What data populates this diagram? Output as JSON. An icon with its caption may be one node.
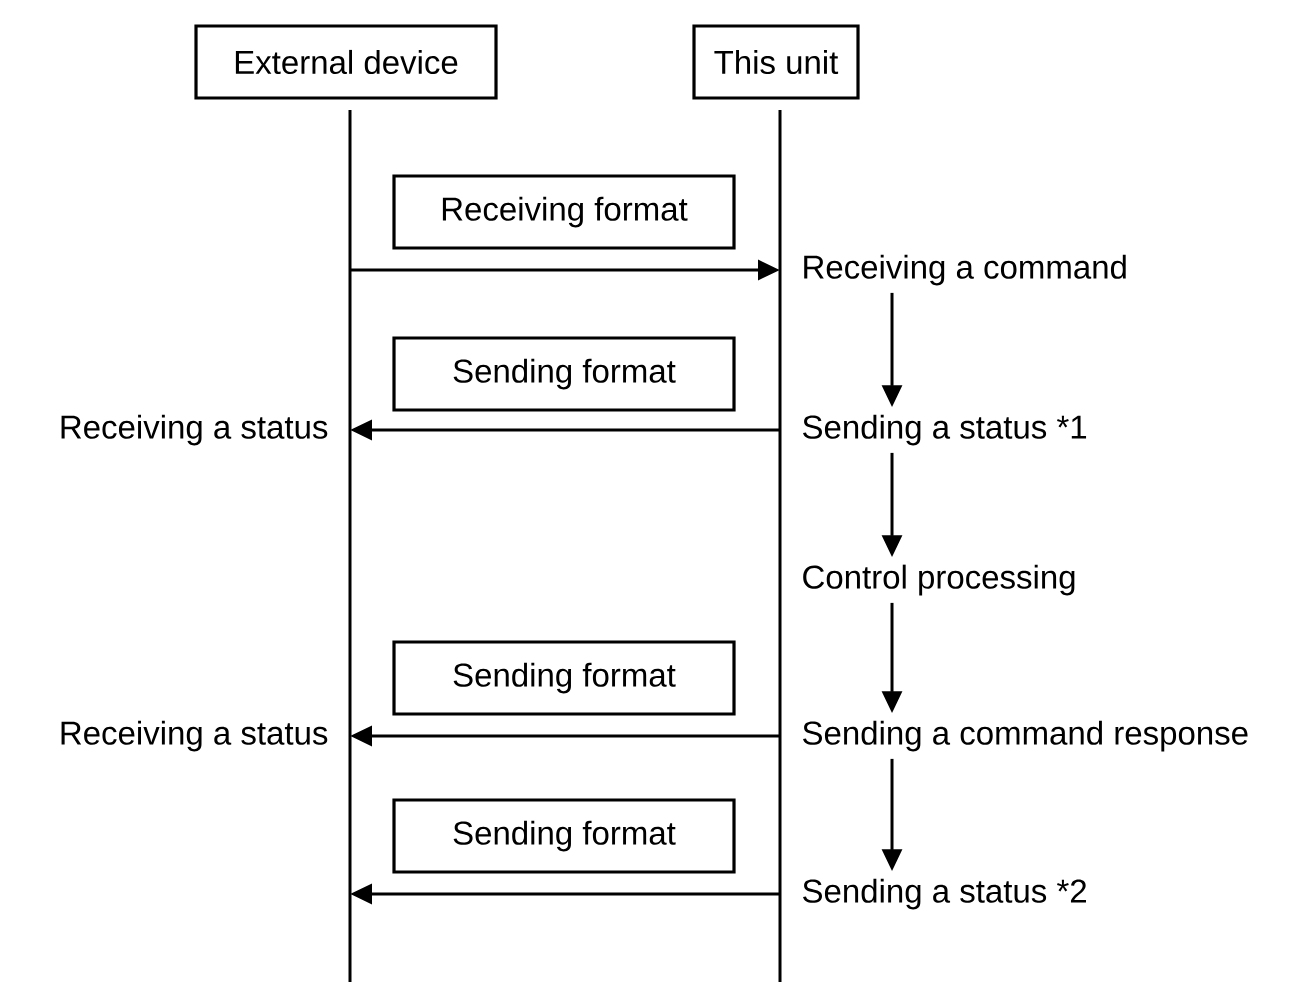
{
  "diagram": {
    "nodes": [
      {
        "text": [
          "External device"
        ]
      },
      {
        "text": [
          "This unit"
        ]
      },
      {
        "text": [
          "Receiving format"
        ]
      },
      {
        "text": [
          "Receiving a command"
        ]
      },
      {
        "text": [
          "Sending format"
        ]
      },
      {
        "text": [
          "Receiving a status"
        ]
      },
      {
        "text": [
          "Sending a status *1"
        ]
      },
      {
        "text": [
          "Control processing"
        ]
      },
      {
        "text": [
          "Sending format"
        ]
      },
      {
        "text": [
          "Receiving a status"
        ]
      },
      {
        "text": [
          "Sending a command response"
        ]
      },
      {
        "text": [
          "Sending format"
        ]
      },
      {
        "text": [
          "Sending a status *2"
        ]
      }
    ],
    "edges": [
      {
        "from": null,
        "to": 3,
        "arrow": "to"
      },
      {
        "from": 6,
        "to": 5,
        "arrow": "to"
      },
      {
        "from": 10,
        "to": 9,
        "arrow": "to"
      },
      {
        "from": 12,
        "to": null,
        "arrow": "to"
      },
      {
        "from": 3,
        "to": 6,
        "arrow": "to"
      },
      {
        "from": 6,
        "to": 7,
        "arrow": "to"
      },
      {
        "from": 7,
        "to": 10,
        "arrow": "to"
      },
      {
        "from": 10,
        "to": 12,
        "arrow": "to"
      }
    ]
  }
}
